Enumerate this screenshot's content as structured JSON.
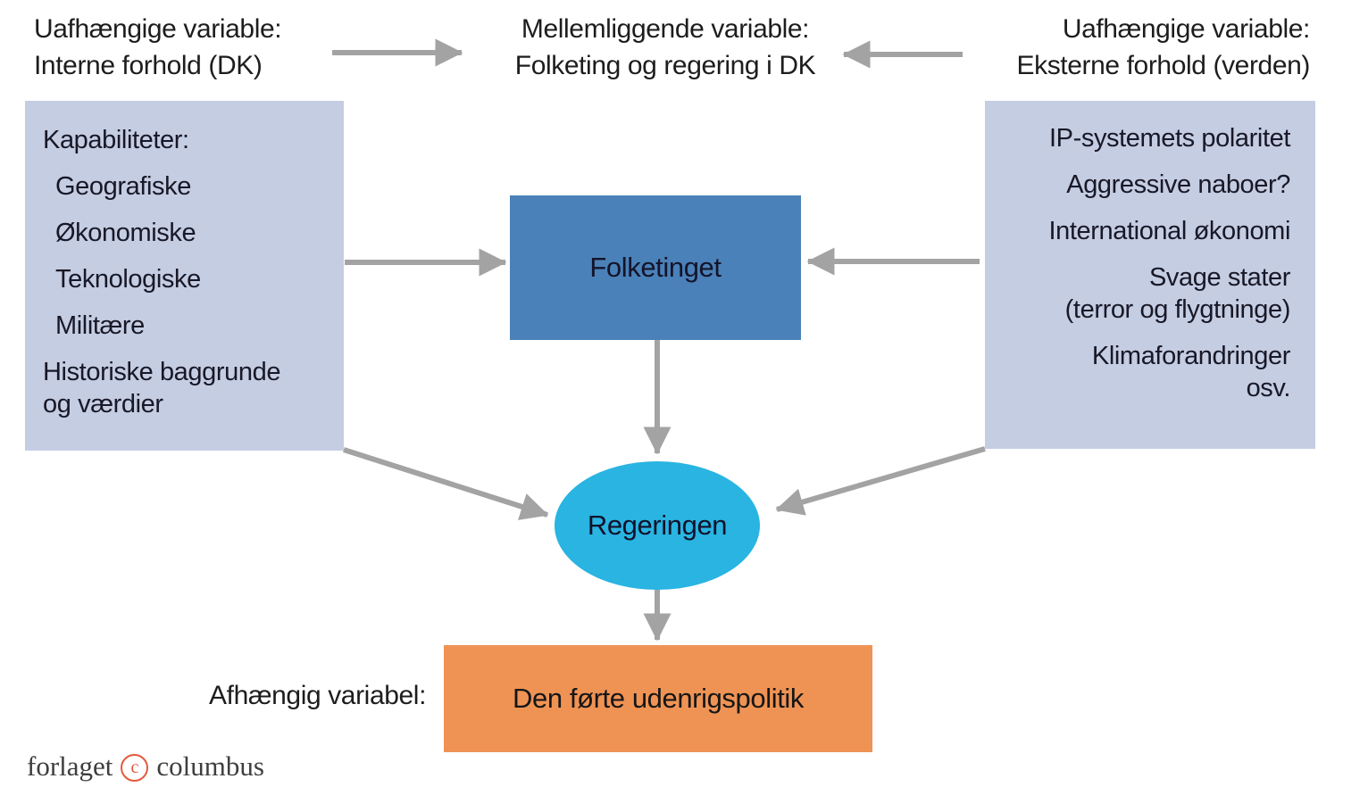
{
  "header": {
    "left_line1": "Uafhængige variable:",
    "left_line2": "Interne forhold (DK)",
    "center_line1": "Mellemliggende variable:",
    "center_line2": "Folketing og regering i DK",
    "right_line1": "Uafhængige variable:",
    "right_line2": "Eksterne forhold (verden)"
  },
  "left_box": {
    "title": "Kapabiliteter:",
    "items": [
      "Geografiske",
      "Økonomiske",
      "Teknologiske",
      "Militære"
    ],
    "last_item_line1": "Historiske baggrunde",
    "last_item_line2": "og værdier"
  },
  "right_box": {
    "item1": "IP-systemets polaritet",
    "item2": "Aggressive naboer?",
    "item3": "International økonomi",
    "item4_line1": "Svage stater",
    "item4_line2": "(terror og flygtninge)",
    "item5_line1": "Klimaforandringer",
    "item5_line2": "osv."
  },
  "nodes": {
    "parliament": "Folketinget",
    "government": "Regeringen",
    "policy": "Den førte udenrigspolitik"
  },
  "dependent_label": "Afhængig variabel:",
  "logo": {
    "word1": "forlaget",
    "copyright_letter": "c",
    "word2": "columbus"
  },
  "colors": {
    "panel": "#c5cde3",
    "parliament-blue": "#4a81b8",
    "government-cyan": "#29b4e2",
    "policy-orange": "#ef9355",
    "arrow-gray": "#a3a3a3",
    "logo-red": "#e4593b"
  }
}
